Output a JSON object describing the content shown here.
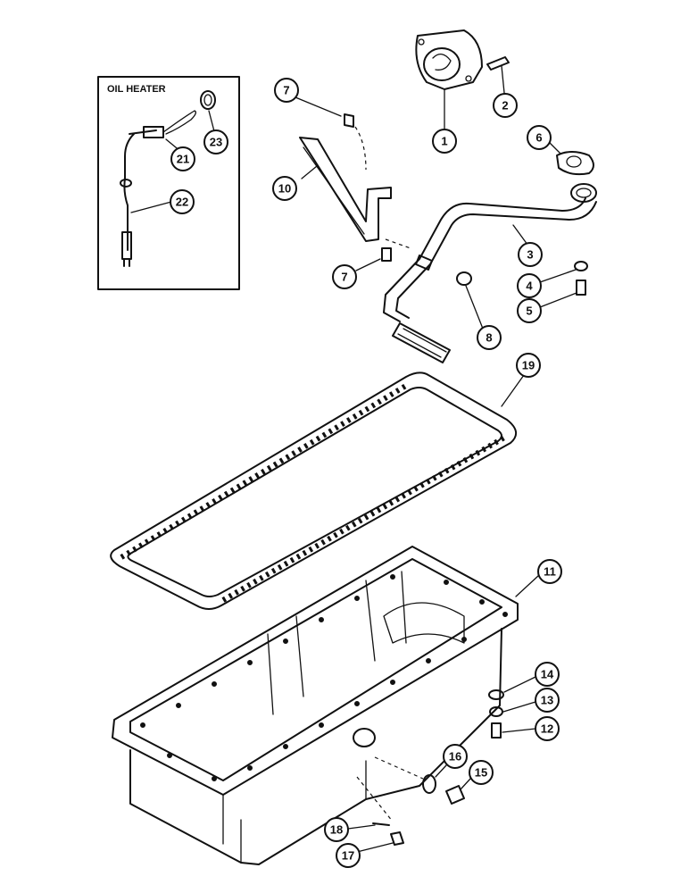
{
  "inset": {
    "title": "OIL HEATER"
  },
  "callouts": [
    {
      "id": "c1",
      "label": "1"
    },
    {
      "id": "c2",
      "label": "2"
    },
    {
      "id": "c3",
      "label": "3"
    },
    {
      "id": "c4",
      "label": "4"
    },
    {
      "id": "c5",
      "label": "5"
    },
    {
      "id": "c6",
      "label": "6"
    },
    {
      "id": "c7a",
      "label": "7"
    },
    {
      "id": "c7b",
      "label": "7"
    },
    {
      "id": "c8",
      "label": "8"
    },
    {
      "id": "c10",
      "label": "10"
    },
    {
      "id": "c11",
      "label": "11"
    },
    {
      "id": "c12",
      "label": "12"
    },
    {
      "id": "c13",
      "label": "13"
    },
    {
      "id": "c14",
      "label": "14"
    },
    {
      "id": "c15",
      "label": "15"
    },
    {
      "id": "c16",
      "label": "16"
    },
    {
      "id": "c17",
      "label": "17"
    },
    {
      "id": "c18",
      "label": "18"
    },
    {
      "id": "c19",
      "label": "19"
    },
    {
      "id": "c21",
      "label": "21"
    },
    {
      "id": "c22",
      "label": "22"
    },
    {
      "id": "c23",
      "label": "23"
    }
  ]
}
